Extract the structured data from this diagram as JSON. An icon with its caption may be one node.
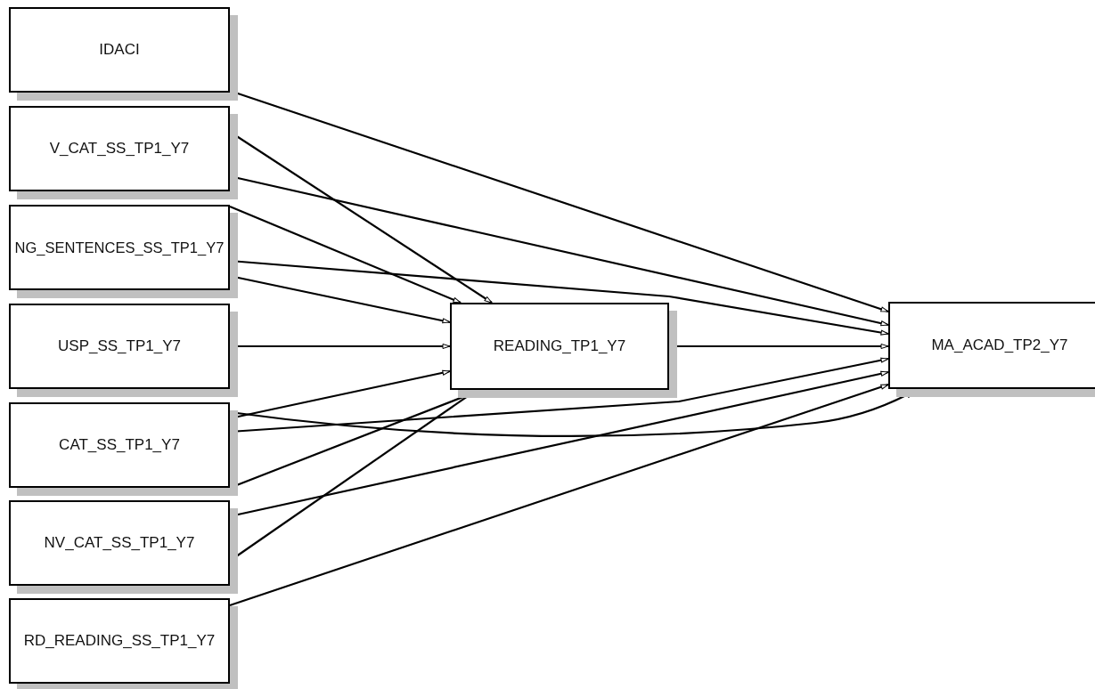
{
  "diagram": {
    "nodes": [
      {
        "text": [
          "IDACI"
        ]
      },
      {
        "text": [
          "V_CAT_SS_TP1_Y7"
        ]
      },
      {
        "text": [
          "NG_SENTENCES_SS_TP1_Y7"
        ]
      },
      {
        "text": [
          "USP_SS_TP1_Y7"
        ]
      },
      {
        "text": [
          "CAT_SS_TP1_Y7"
        ]
      },
      {
        "text": [
          "NV_CAT_SS_TP1_Y7"
        ]
      },
      {
        "text": [
          "RD_READING_SS_TP1_Y7"
        ]
      },
      {
        "text": [
          "READING_TP1_Y7"
        ]
      },
      {
        "text": [
          "MA_ACAD_TP2_Y7"
        ]
      }
    ],
    "edges": [
      {
        "from": 0,
        "to": 8,
        "arrow": "to"
      },
      {
        "from": 1,
        "to": 7,
        "arrow": "to"
      },
      {
        "from": 1,
        "to": 8,
        "arrow": "to"
      },
      {
        "from": 2,
        "to": 7,
        "arrow": "to"
      },
      {
        "from": 2,
        "to": 8,
        "arrow": "to"
      },
      {
        "from": 2,
        "to": 7,
        "arrow": "to"
      },
      {
        "from": 3,
        "to": 7,
        "arrow": "to"
      },
      {
        "from": 4,
        "to": 7,
        "arrow": "to"
      },
      {
        "from": 4,
        "to": 8,
        "arrow": "to"
      },
      {
        "from": 4,
        "to": 8,
        "arrow": "to"
      },
      {
        "from": 4,
        "to": 7,
        "arrow": "to"
      },
      {
        "from": 5,
        "to": 8,
        "arrow": "to"
      },
      {
        "from": 5,
        "to": 7,
        "arrow": "to"
      },
      {
        "from": 6,
        "to": 8,
        "arrow": "to"
      },
      {
        "from": 7,
        "to": 8,
        "arrow": "to"
      }
    ]
  }
}
